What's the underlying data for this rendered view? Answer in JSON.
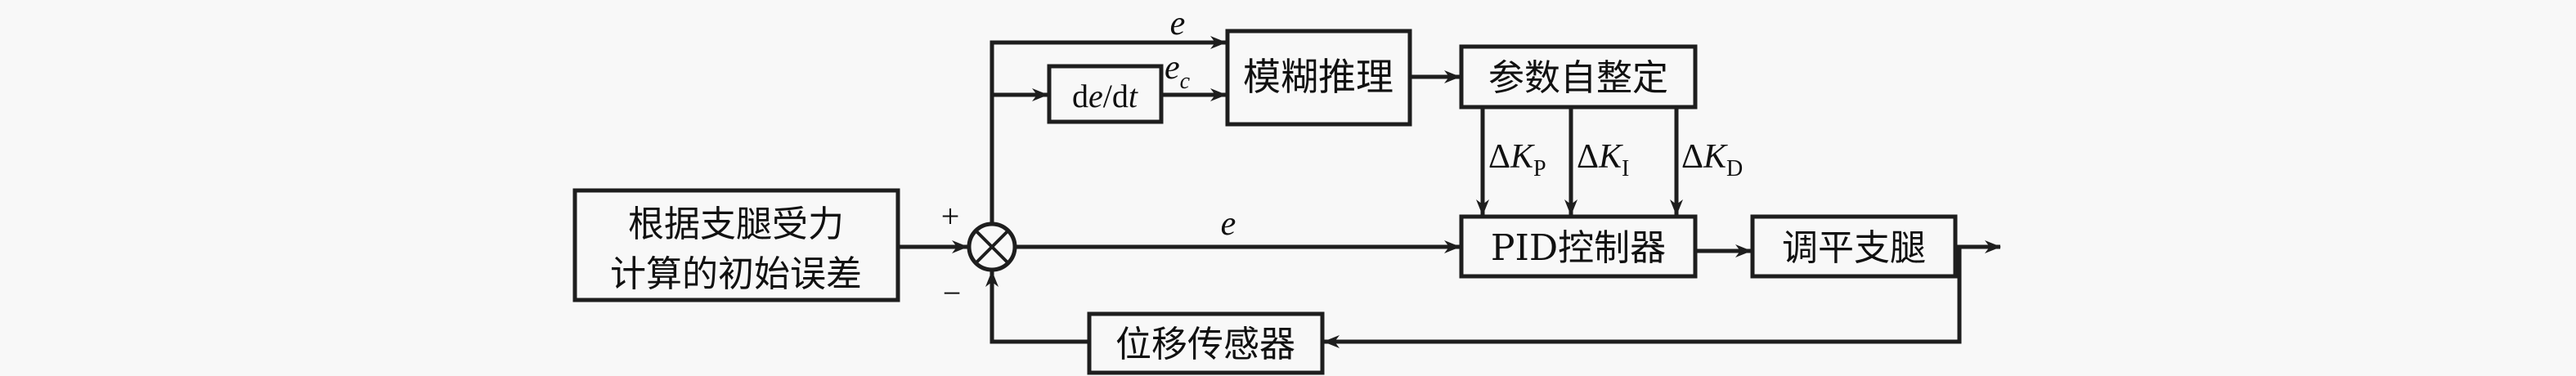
{
  "diagram": {
    "title": "Fuzzy PID leveling control system for support legs",
    "background_color": "#f8f8f8",
    "line_color": "#1e1e1e",
    "blocks": {
      "initial_error": {
        "line1": "根据支腿受力",
        "line2": "计算的初始误差"
      },
      "derivative": {
        "prefix": "d",
        "var": "e",
        "slash": "/d",
        "t": "t"
      },
      "fuzzy_inference": {
        "label": "模糊推理"
      },
      "param_tuning": {
        "label": "参数自整定"
      },
      "pid_controller": {
        "label": "PID控制器"
      },
      "leveling_leg": {
        "label": "调平支腿"
      },
      "displacement_sensor": {
        "label": "位移传感器"
      }
    },
    "summing_junction": {
      "plus": "+",
      "minus": "−"
    },
    "signals": {
      "e_top": "e",
      "ec_main": "e",
      "ec_sub": "c",
      "e_main": "e",
      "delta": "Δ",
      "K": "K",
      "kp_sub": "P",
      "ki_sub": "I",
      "kd_sub": "D"
    }
  }
}
